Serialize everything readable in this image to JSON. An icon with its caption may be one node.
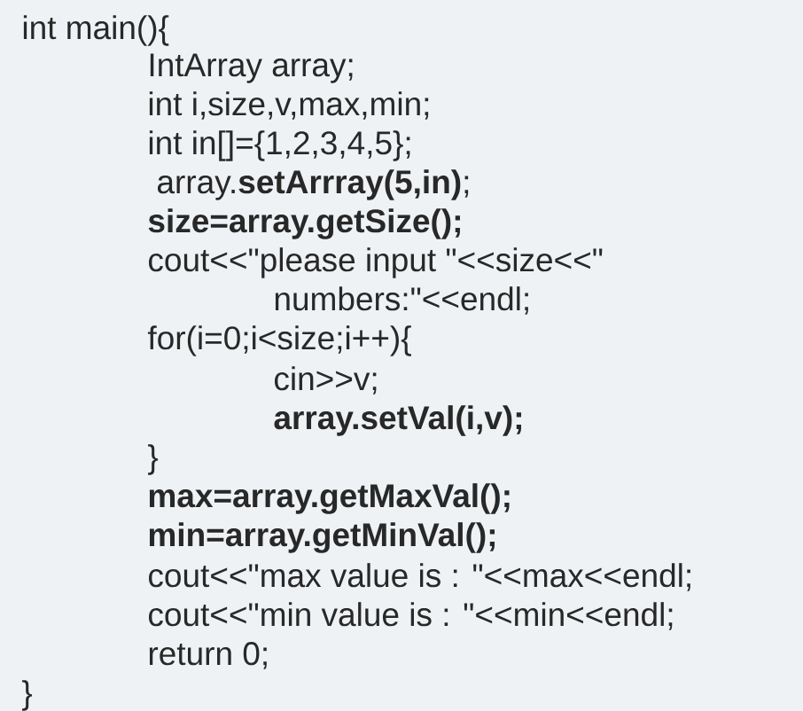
{
  "diagram": {
    "labels": [
      "int main(){",
      "IntArray array;",
      "int i,size,v,max,min;",
      "int in[]={1,2,3,4,5};",
      "array.**setArrray(5,in)**;",
      "size=array.getSize();",
      "cout<<\"please input \"<<size<<\"",
      "numbers:\"<<endl;",
      "for(i=0;i<size;i++){",
      "cin>>v;",
      "array.setVal(i,v);",
      "}",
      "max=array.getMaxVal();",
      "min=array.getMinVal();",
      "cout<<\"max value is : \"<<max<<endl;",
      "cout<<\"min value is : \"<<min<<endl;",
      "return 0;",
      "}"
    ]
  }
}
